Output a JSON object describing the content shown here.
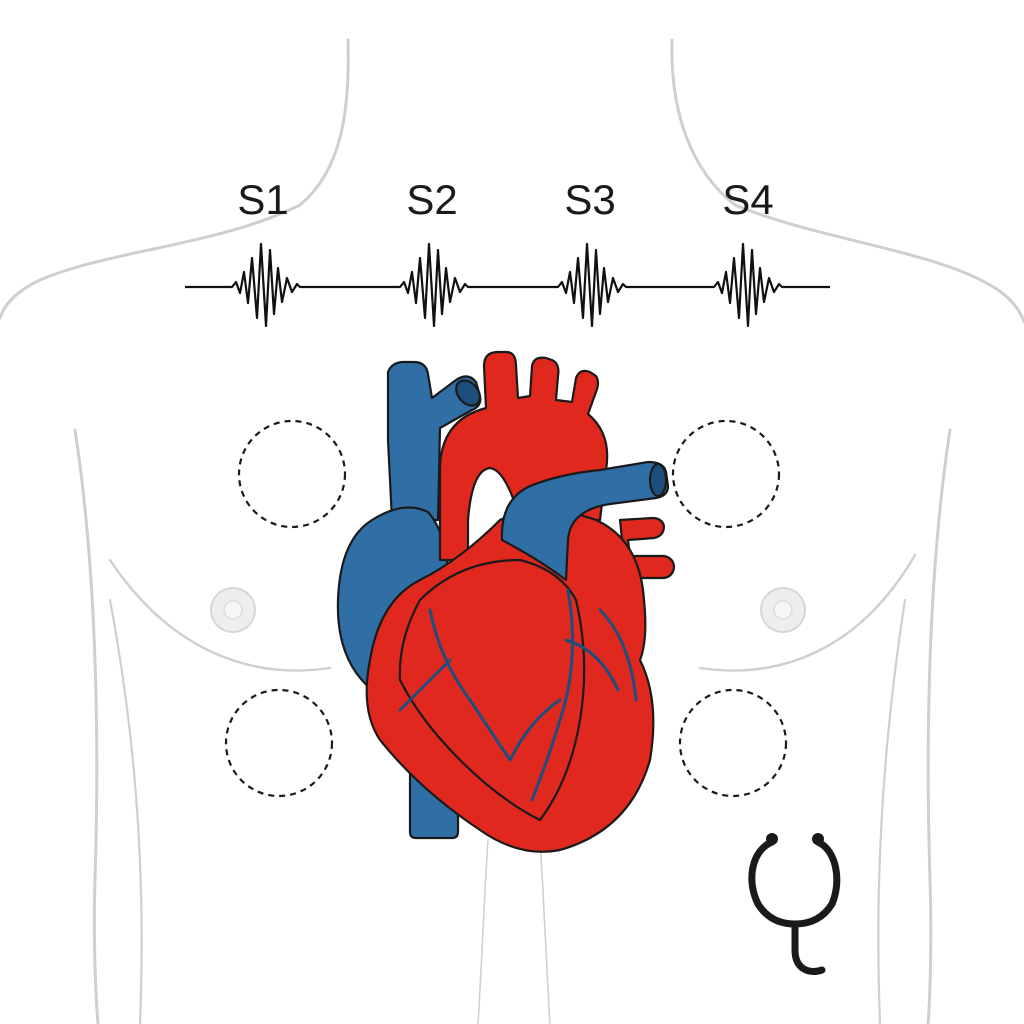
{
  "heart_sounds": {
    "labels": [
      "S1",
      "S2",
      "S3",
      "S4"
    ]
  },
  "colors": {
    "artery_red": "#e0281f",
    "artery_dark": "#a7161a",
    "vein_blue": "#2f6fa6",
    "vein_dark": "#1d4e7c",
    "outline": "#1a1a1a",
    "body_line": "#c8c8c8",
    "waveform": "#111111"
  },
  "icons": {
    "device": "stethoscope-icon",
    "organ": "heart-icon"
  },
  "auscultation_sites": [
    "aortic",
    "pulmonic",
    "tricuspid",
    "mitral"
  ]
}
